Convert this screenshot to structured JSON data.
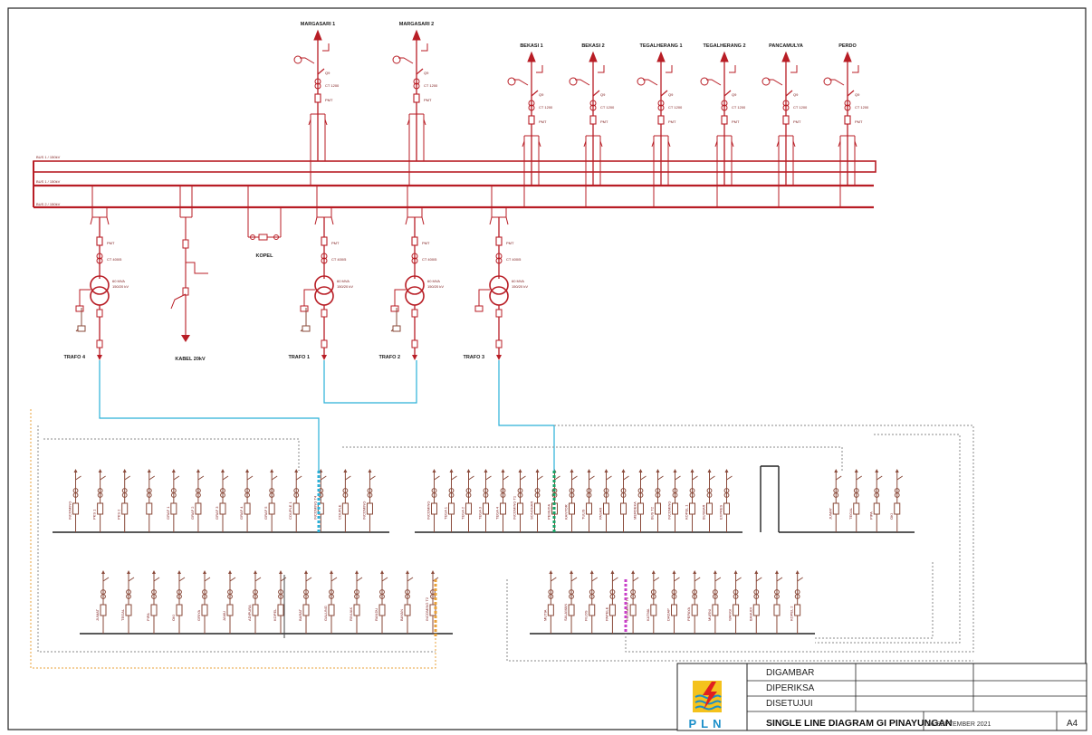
{
  "diagram": {
    "busbars": [
      "BUS 1 / 150kV",
      "BUS 1 / 150kV",
      "BUS 2 / 150kV"
    ],
    "top_feeders_left": [
      "MARGASARI 1",
      "MARGASARI 2"
    ],
    "top_feeders_right": [
      "BEKASI 1",
      "BEKASI 2",
      "TEGALHERANG 1",
      "TEGALHERANG 2",
      "PANCAMULYA",
      "PERDO"
    ],
    "transformer_bays": [
      "TRAFO 4",
      "TRAFO 1",
      "TRAFO 2",
      "TRAFO 3"
    ],
    "other_bays": [
      "KABEL 20kV",
      "KOPEL"
    ],
    "panel_labels": {
      "panel1": [
        "INCOMING",
        "PKS 1",
        "PKS 2",
        "",
        "GRAF 1",
        "GRAF 2",
        "GRAF 3",
        "GRAF 4",
        "GRAF 5",
        "COUPLE 1",
        "INCOMING T4",
        "COUPLE",
        "INCOMING"
      ],
      "panel2": [
        "INCOMING",
        "TEGA 1",
        "TEGA 2",
        "TEGA 3",
        "TEGA 4",
        "INCOMING T1",
        "SONOHAR",
        "PEMUDA",
        "KANTOR",
        "TULIS",
        "PASAR",
        "",
        "MERDEKA",
        "BUS T2",
        "INCOMING",
        "KOPEL 1",
        "BUSBAR",
        "EXPRES"
      ],
      "panel3": [
        "JUMAT",
        "TEGAL",
        "PIPA",
        "OKI",
        "GRIYA",
        "JAMU",
        "ADIPURA",
        "KOPEL",
        "BARAT",
        "GALUNG",
        "RINUAK",
        "RANDU",
        "BAYAN",
        "INCOMING T2"
      ],
      "panel4": [
        "MUTIA",
        "SALAMAN",
        "FILOS",
        "PAPELE",
        "INCOMING T3",
        "KATMA",
        "DADAP",
        "PEPAYA",
        "MURNI",
        "WANGI",
        "BAHUDI",
        "",
        "KOPEL 2"
      ]
    }
  },
  "title_block": {
    "logo_text": "PLN",
    "rows": [
      "DIGAMBAR",
      "DIPERIKSA",
      "DISETUJUI"
    ],
    "title": "SINGLE LINE DIAGRAM GI PINAYUNGAN",
    "date": "26 SEPTEMBER 2021",
    "sheet": "A4"
  },
  "colors": {
    "line": "#b81d25",
    "brown": "#8a4a3a",
    "cyan": "#2ab0d8",
    "green": "#17a266",
    "orange": "#e9a23a",
    "magenta": "#c83fc8",
    "dashed": "#8a8a8a",
    "logo_yellow": "#f4c21d",
    "logo_blue": "#1b8fc9"
  }
}
